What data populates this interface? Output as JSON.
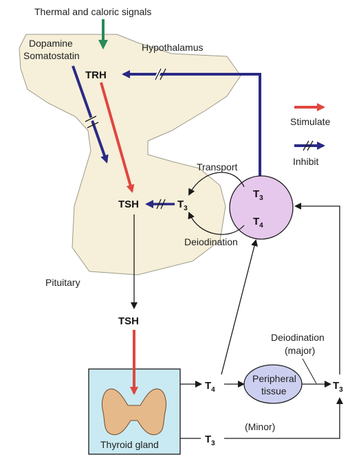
{
  "signals": {
    "thermal_caloric": "Thermal and caloric signals",
    "dopamine": "Dopamine",
    "somatostatin": "Somatostatin"
  },
  "regions": {
    "hypothalamus": "Hypothalamus",
    "pituitary": "Pituitary",
    "peripheral_line1": "Peripheral",
    "peripheral_line2": "tissue",
    "thyroid_gland": "Thyroid gland"
  },
  "hormones": {
    "trh": "TRH",
    "tsh_pituitary": "TSH",
    "tsh_output": "TSH",
    "t3_base": "T",
    "t4_base": "T",
    "sub3": "3",
    "sub4": "4"
  },
  "processes": {
    "transport": "Transport",
    "deiodination": "Deiodination",
    "deiodination_major_line1": "Deiodination",
    "deiodination_major_line2": "(major)",
    "minor": "(Minor)"
  },
  "legend": {
    "stimulate": "Stimulate",
    "inhibit": "Inhibit"
  },
  "colors": {
    "stimulate": "#e0463f",
    "inhibit": "#2a2a86",
    "signal": "#2a8a5a",
    "brain_fill": "#f6efd9",
    "circle_fill": "#e6c8ec",
    "peripheral_fill": "#cdcff0",
    "thyroid_box": "#c9eaf2",
    "gland_fill": "#e6b98a"
  }
}
